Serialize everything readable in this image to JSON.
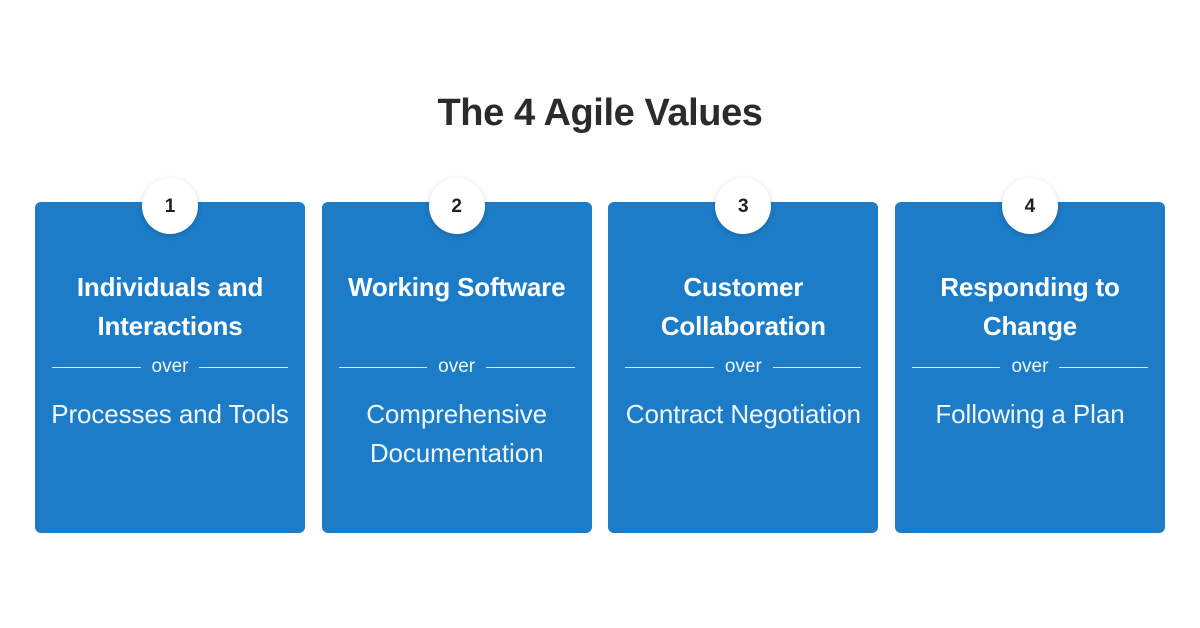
{
  "page": {
    "title": "The 4 Agile Values",
    "background_color": "#fefefe",
    "title_color": "#2b2b2d",
    "card_color": "#1d7cc7",
    "badge_color": "#ffffff"
  },
  "cards": [
    {
      "badge": "1",
      "heading": "Individuals and Interactions",
      "connector": "over",
      "subtext": "Processes and Tools"
    },
    {
      "badge": "2",
      "heading": "Working Software",
      "connector": "over",
      "subtext": "Comprehensive Documentation"
    },
    {
      "badge": "3",
      "heading": "Customer Collaboration",
      "connector": "over",
      "subtext": "Contract Negotiation"
    },
    {
      "badge": "4",
      "heading": "Responding to Change",
      "connector": "over",
      "subtext": "Following a Plan"
    }
  ]
}
